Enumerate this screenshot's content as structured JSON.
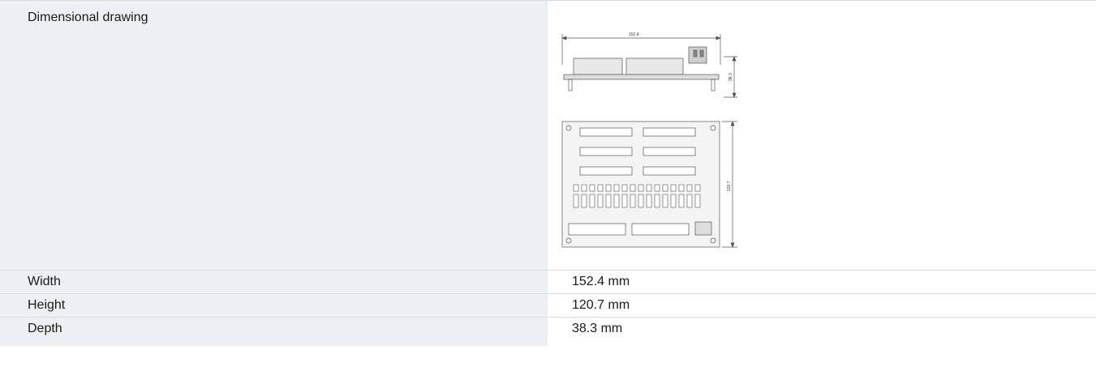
{
  "specs": {
    "drawing_label": "Dimensional drawing",
    "drawing": {
      "dim_width": "152,4",
      "dim_depth": "38,3",
      "dim_height": "120,7"
    },
    "rows": [
      {
        "label": "Width",
        "value": "152.4 mm"
      },
      {
        "label": "Height",
        "value": "120.7 mm"
      },
      {
        "label": "Depth",
        "value": "38.3 mm"
      }
    ]
  }
}
